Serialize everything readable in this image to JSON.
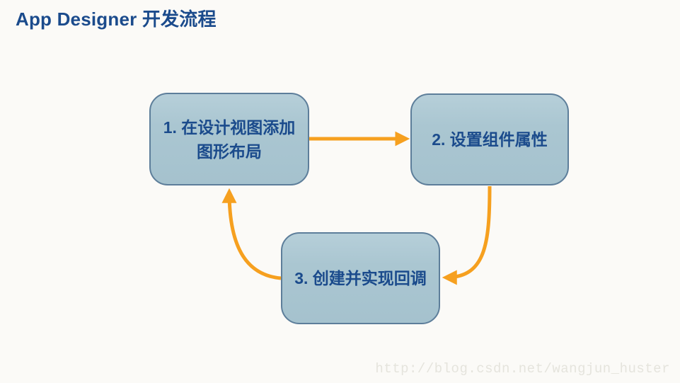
{
  "page": {
    "title": "App Designer 开发流程",
    "watermark": "http://blog.csdn.net/wangjun_huster"
  },
  "diagram": {
    "type": "flowchart-cycle",
    "nodes": [
      {
        "id": "step1",
        "lines": [
          "1. 在设计视图添加",
          "图形布局"
        ]
      },
      {
        "id": "step2",
        "lines": [
          "2. 设置组件属性"
        ]
      },
      {
        "id": "step3",
        "lines": [
          "3. 创建并实现回调"
        ]
      }
    ],
    "edges": [
      {
        "from": "step1",
        "to": "step2",
        "shape": "straight"
      },
      {
        "from": "step2",
        "to": "step3",
        "shape": "curved"
      },
      {
        "from": "step3",
        "to": "step1",
        "shape": "curved"
      }
    ],
    "colors": {
      "background": "#fbfaf7",
      "node_fill": "#aac6d1",
      "node_border": "#5d7e9a",
      "node_text": "#1b4b8c",
      "title_text": "#1b4b8c",
      "arrow": "#f6a01f",
      "watermark_text": "#e5e4dd"
    }
  }
}
